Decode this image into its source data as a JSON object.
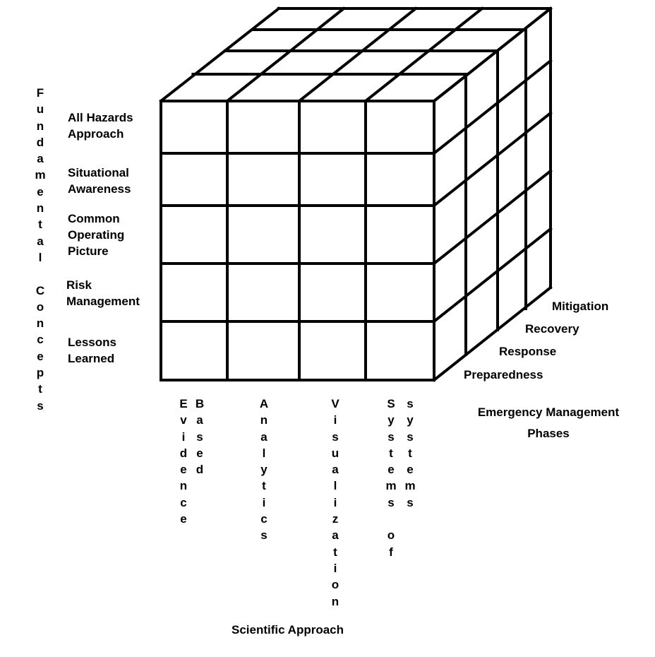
{
  "title_vertical": "Fundamental Concepts",
  "concepts": [
    "All Hazards Approach",
    "Situational Awareness",
    "Common Operating Picture",
    "Risk Management",
    "Lessons Learned"
  ],
  "concept_lines": [
    [
      "All Hazards",
      "Approach"
    ],
    [
      "Situational",
      "Awareness"
    ],
    [
      "Common",
      "Operating",
      "Picture"
    ],
    [
      "Risk",
      "Management"
    ],
    [
      "Lessons",
      "Learned"
    ]
  ],
  "phases": [
    "Mitigation",
    "Recovery",
    "Response",
    "Preparedness"
  ],
  "phases_title": [
    "Emergency Management",
    "Phases"
  ],
  "approach_columns": [
    "Evidence",
    "Based",
    "Analytics",
    "Visualization",
    "Systems of",
    "systems"
  ],
  "approach_title": "Scientific Approach"
}
